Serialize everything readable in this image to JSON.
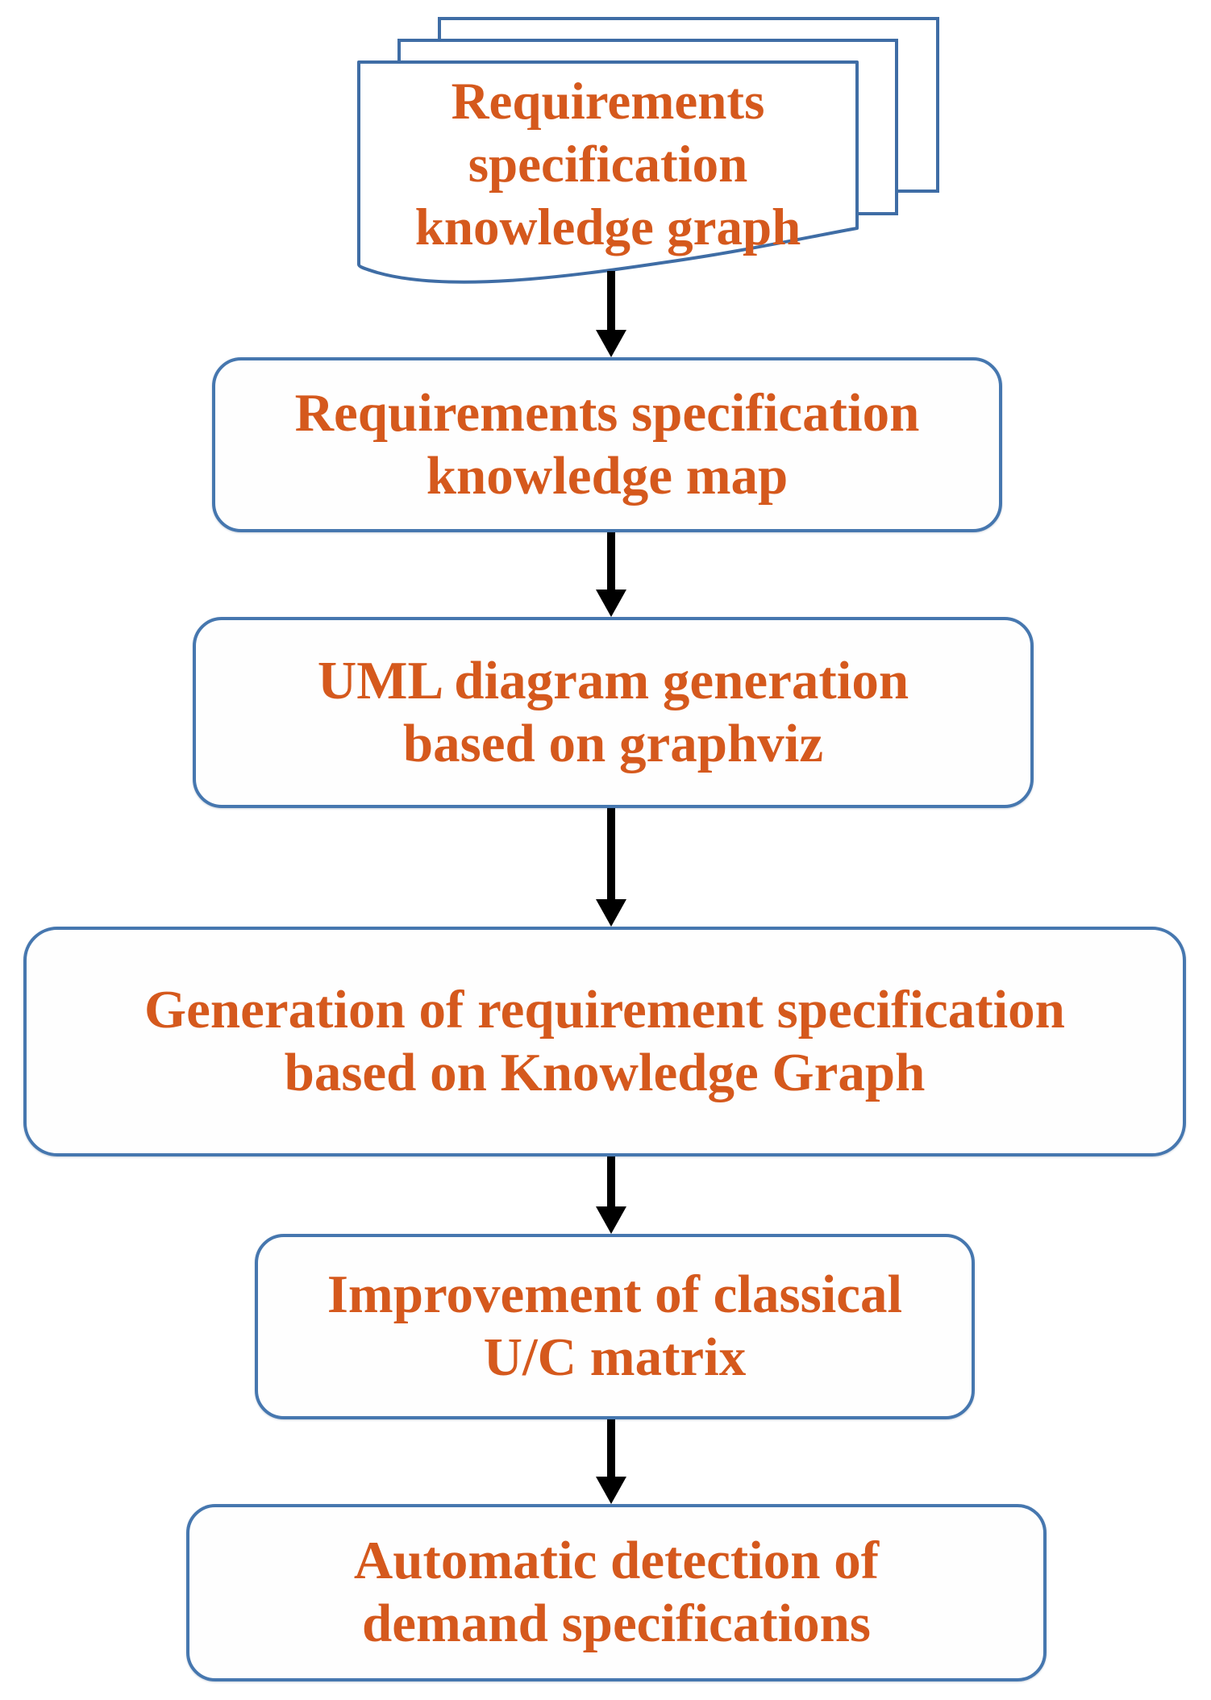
{
  "diagram": {
    "type": "flowchart",
    "direction": "top-down",
    "colors": {
      "node_text": "#D5591D",
      "node_border": "#4677AF",
      "document_border": "#3F6DA5",
      "node_fill": "#FFFFFF",
      "arrow": "#000000"
    },
    "nodes": [
      {
        "id": "requirements-knowledge-graph-doc",
        "shape": "multi-document",
        "lines": [
          "Requirements",
          "specification",
          "knowledge graph"
        ]
      },
      {
        "id": "knowledge-map",
        "shape": "rounded-rectangle",
        "lines": [
          "Requirements specification",
          "knowledge map"
        ]
      },
      {
        "id": "uml-diagram-generation",
        "shape": "rounded-rectangle",
        "lines": [
          "UML diagram generation",
          "based on graphviz"
        ]
      },
      {
        "id": "requirement-spec-generation",
        "shape": "rounded-rectangle",
        "lines": [
          "Generation of requirement specification",
          "based on Knowledge Graph"
        ]
      },
      {
        "id": "uc-matrix-improvement",
        "shape": "rounded-rectangle",
        "lines": [
          "Improvement of classical",
          "U/C matrix"
        ]
      },
      {
        "id": "demand-spec-detection",
        "shape": "rounded-rectangle",
        "lines": [
          "Automatic detection of",
          "demand specifications"
        ]
      }
    ],
    "edges": [
      {
        "from": "requirements-knowledge-graph-doc",
        "to": "knowledge-map",
        "style": "solid-arrow-down"
      },
      {
        "from": "knowledge-map",
        "to": "uml-diagram-generation",
        "style": "solid-arrow-down"
      },
      {
        "from": "uml-diagram-generation",
        "to": "requirement-spec-generation",
        "style": "solid-arrow-down"
      },
      {
        "from": "requirement-spec-generation",
        "to": "uc-matrix-improvement",
        "style": "solid-arrow-down"
      },
      {
        "from": "uc-matrix-improvement",
        "to": "demand-spec-detection",
        "style": "solid-arrow-down"
      }
    ]
  }
}
